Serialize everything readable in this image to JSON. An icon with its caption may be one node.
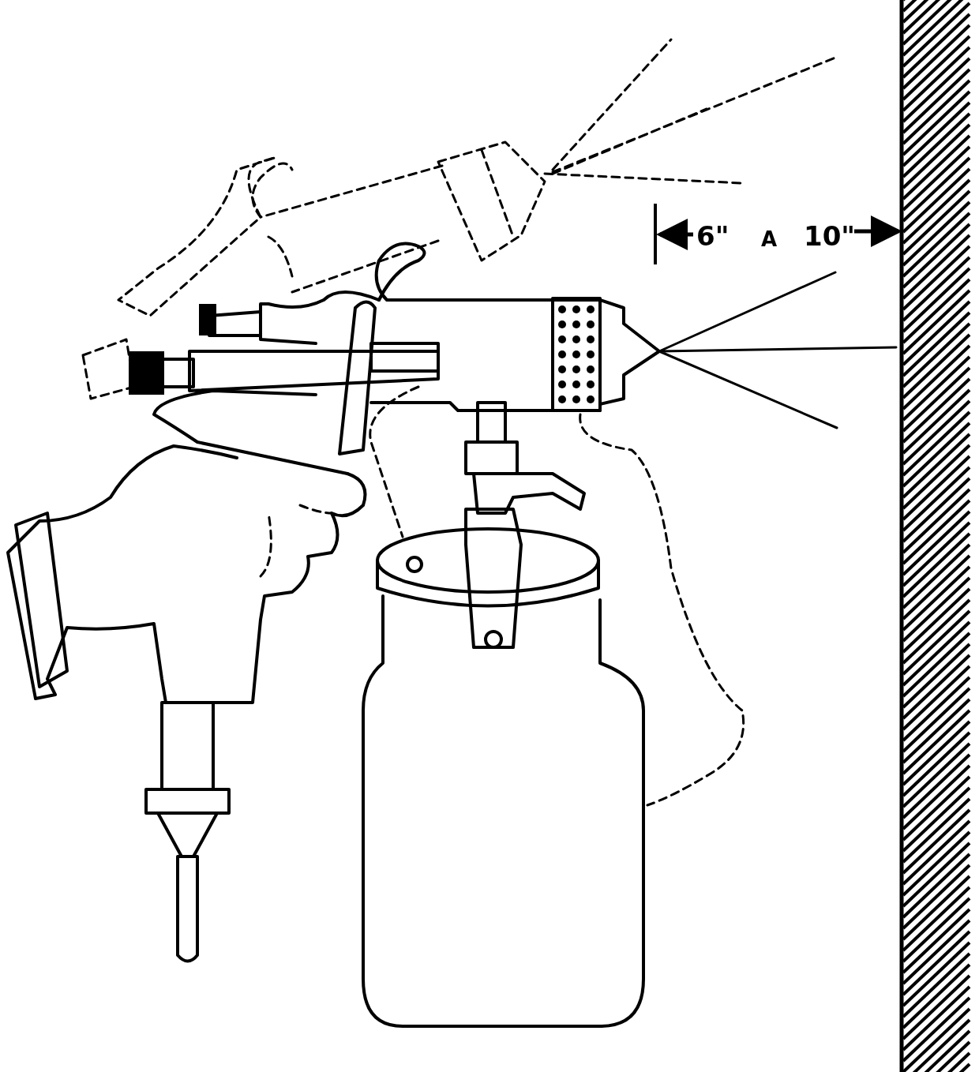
{
  "diagram": {
    "labels": [
      "6\"",
      "A",
      "10\""
    ]
  }
}
